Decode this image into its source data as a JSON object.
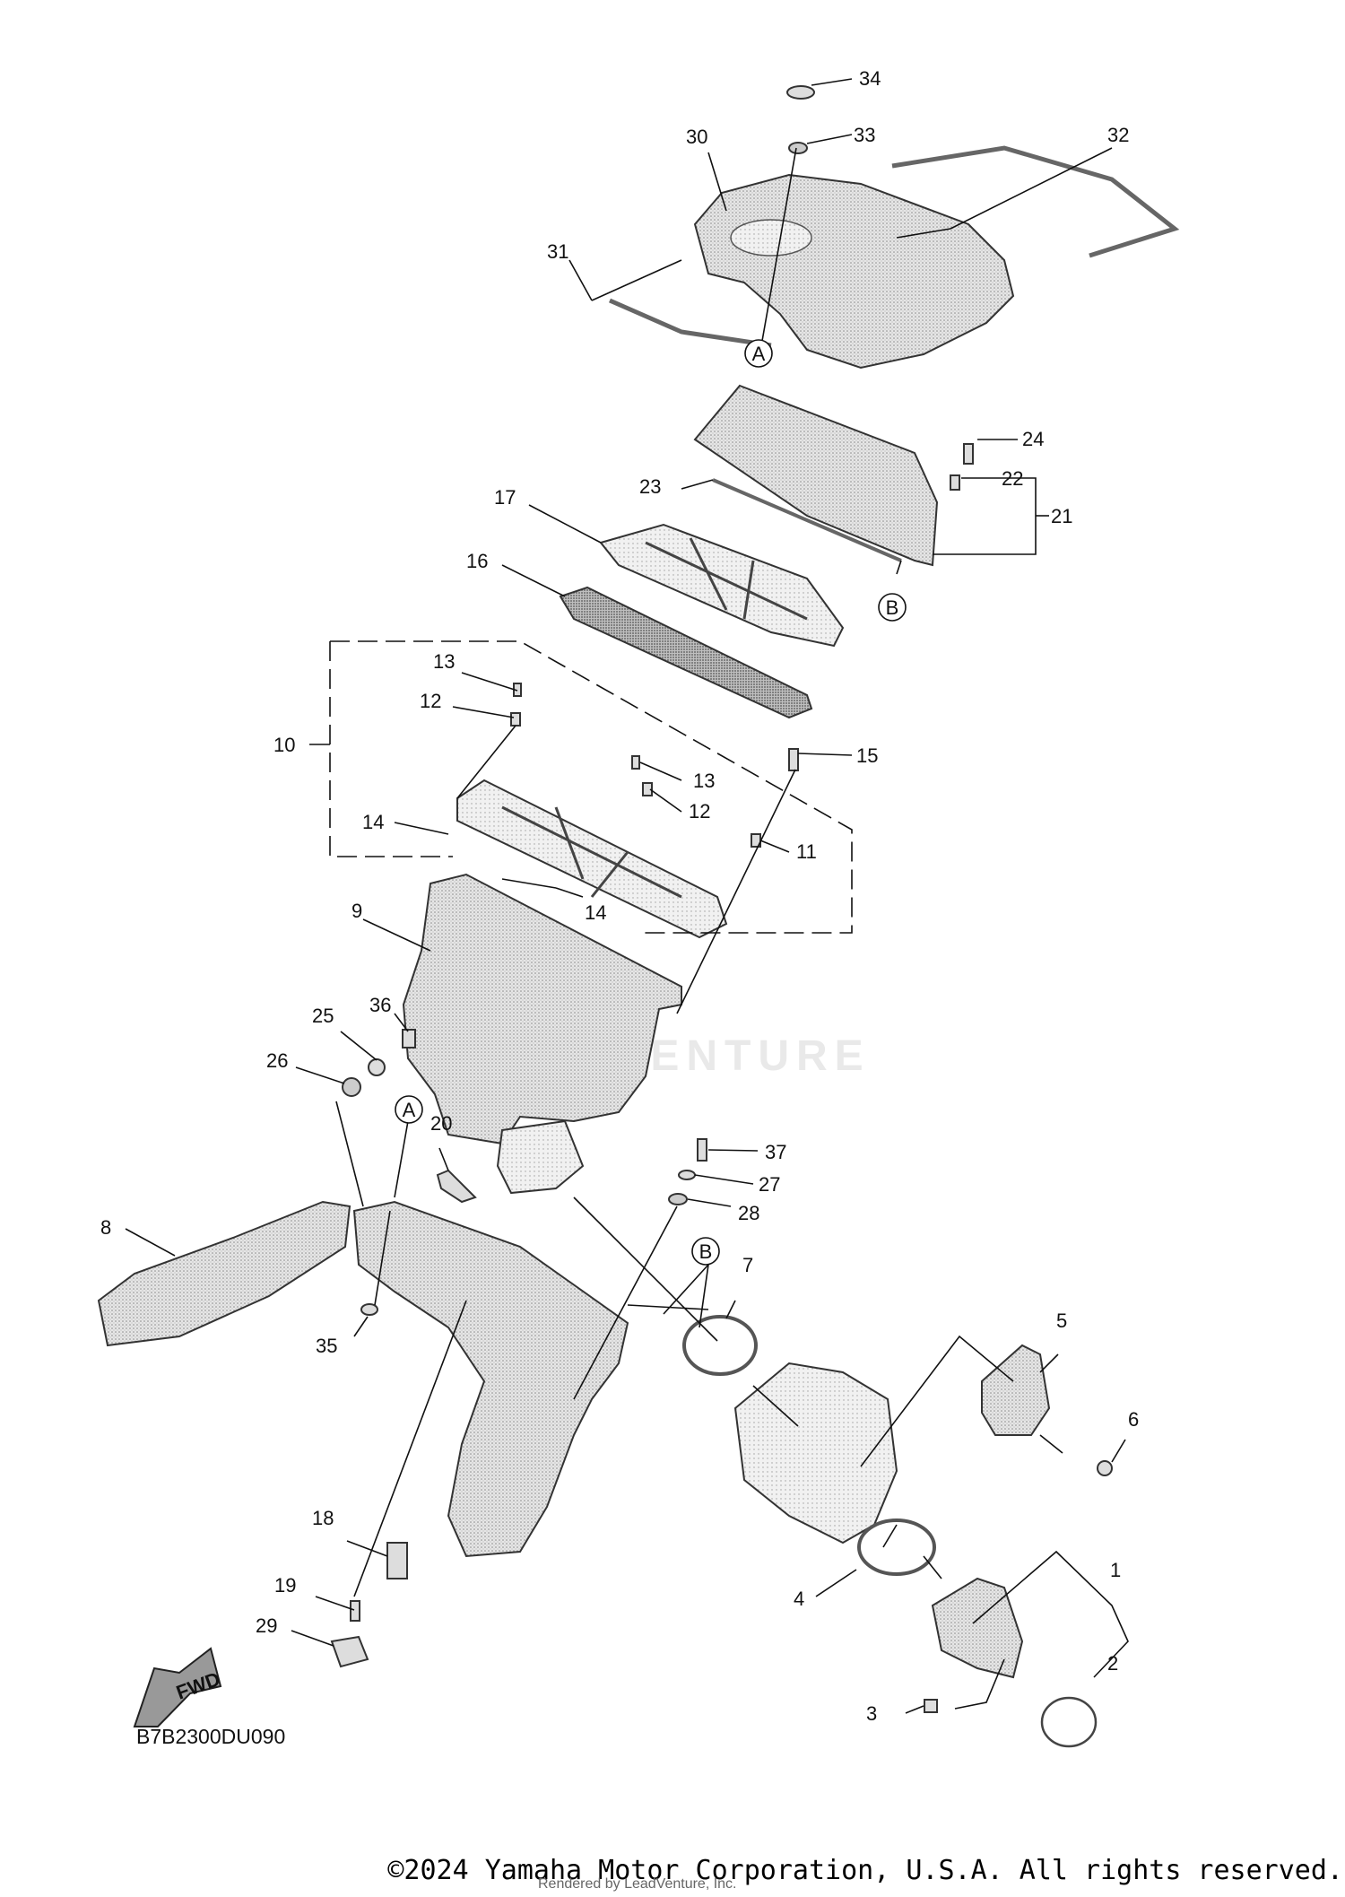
{
  "watermark": "ADVENTURE",
  "diagram_code": "B7B2300DU090",
  "fwd_label": "FWD",
  "copyright": "©2024 Yamaha Motor Corporation, U.S.A. All rights reserved.",
  "rendered_by": "Rendered by LeadVenture, Inc.",
  "callouts": [
    "1",
    "2",
    "3",
    "4",
    "5",
    "6",
    "7",
    "8",
    "9",
    "10",
    "11",
    "12",
    "13",
    "14",
    "15",
    "16",
    "17",
    "18",
    "19",
    "20",
    "21",
    "22",
    "23",
    "24",
    "25",
    "26",
    "27",
    "28",
    "29",
    "30",
    "31",
    "32",
    "33",
    "34",
    "35",
    "36",
    "37"
  ],
  "labels_repeat": {
    "label_12b": "12",
    "label_13b": "13",
    "label_14b": "14"
  },
  "reference_marks": {
    "a": "A",
    "b": "B"
  }
}
